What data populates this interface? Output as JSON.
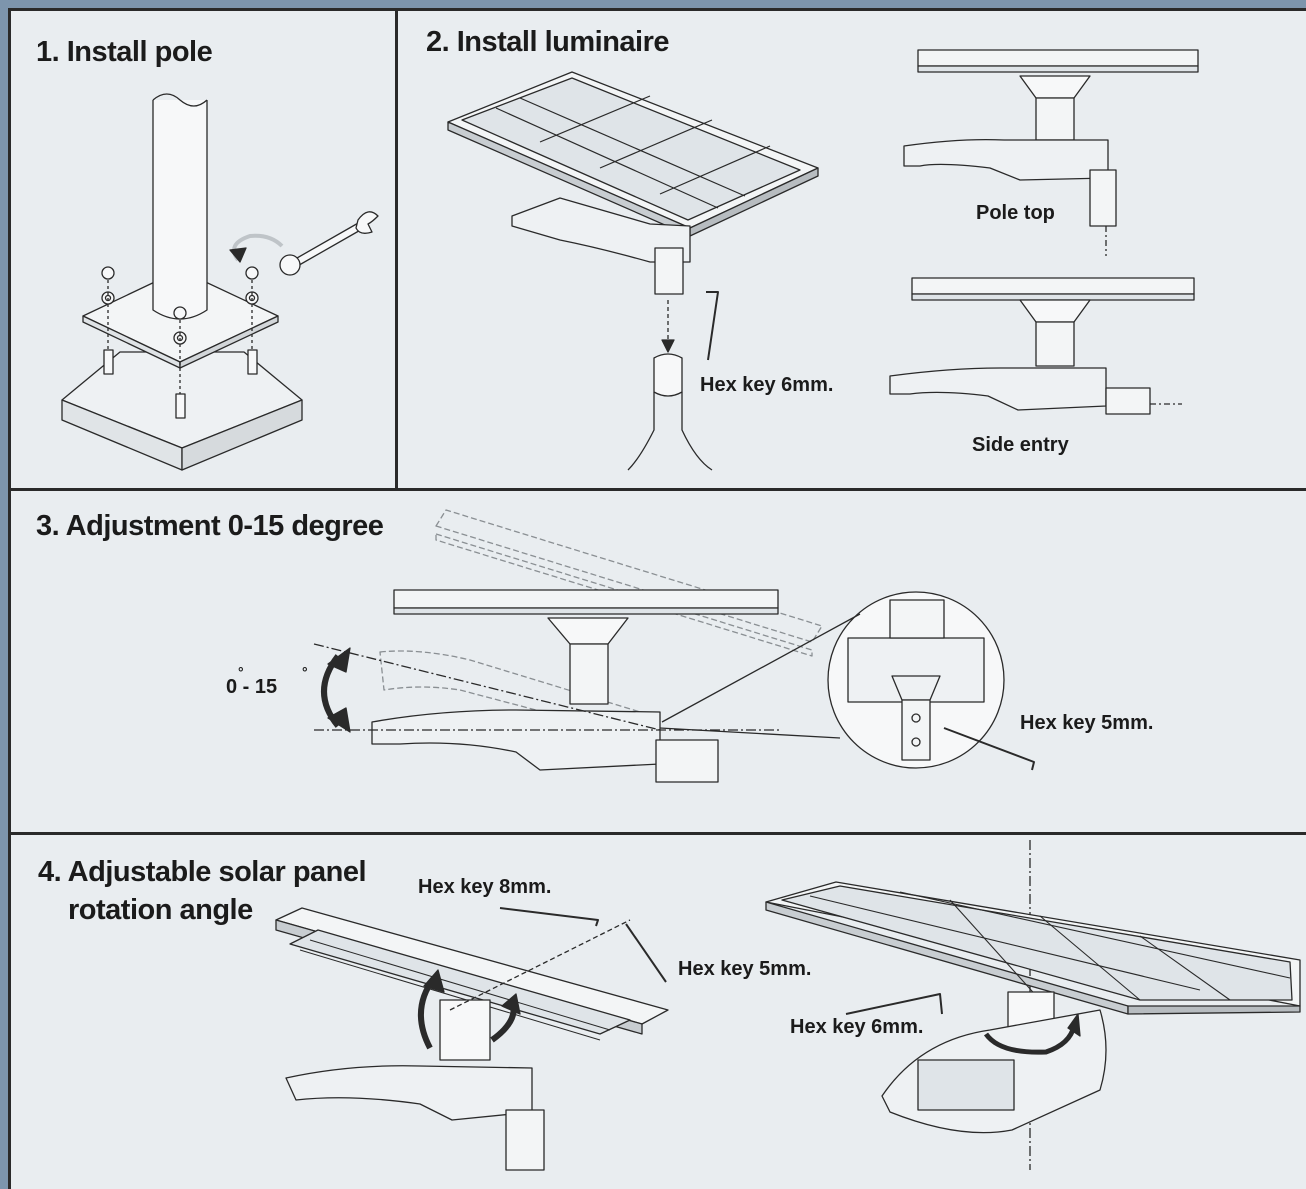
{
  "panels": {
    "install_pole": {
      "title": "1. Install pole"
    },
    "install_luminaire": {
      "title": "2. Install luminaire",
      "hex_key": "Hex key 6mm.",
      "pole_top": "Pole top",
      "side_entry": "Side entry"
    },
    "adjustment": {
      "title": "3. Adjustment 0-15 degree",
      "angle_label": "0 - 15",
      "hex_key": "Hex key 5mm."
    },
    "rotation": {
      "title_line1": "4. Adjustable solar panel",
      "title_line2": "rotation angle",
      "hex_key_8": "Hex key 8mm.",
      "hex_key_5": "Hex key 5mm.",
      "hex_key_6": "Hex key 6mm."
    }
  },
  "colors": {
    "background": "#e9edf0",
    "border": "#7d95ad",
    "line": "#2a2a2a"
  }
}
